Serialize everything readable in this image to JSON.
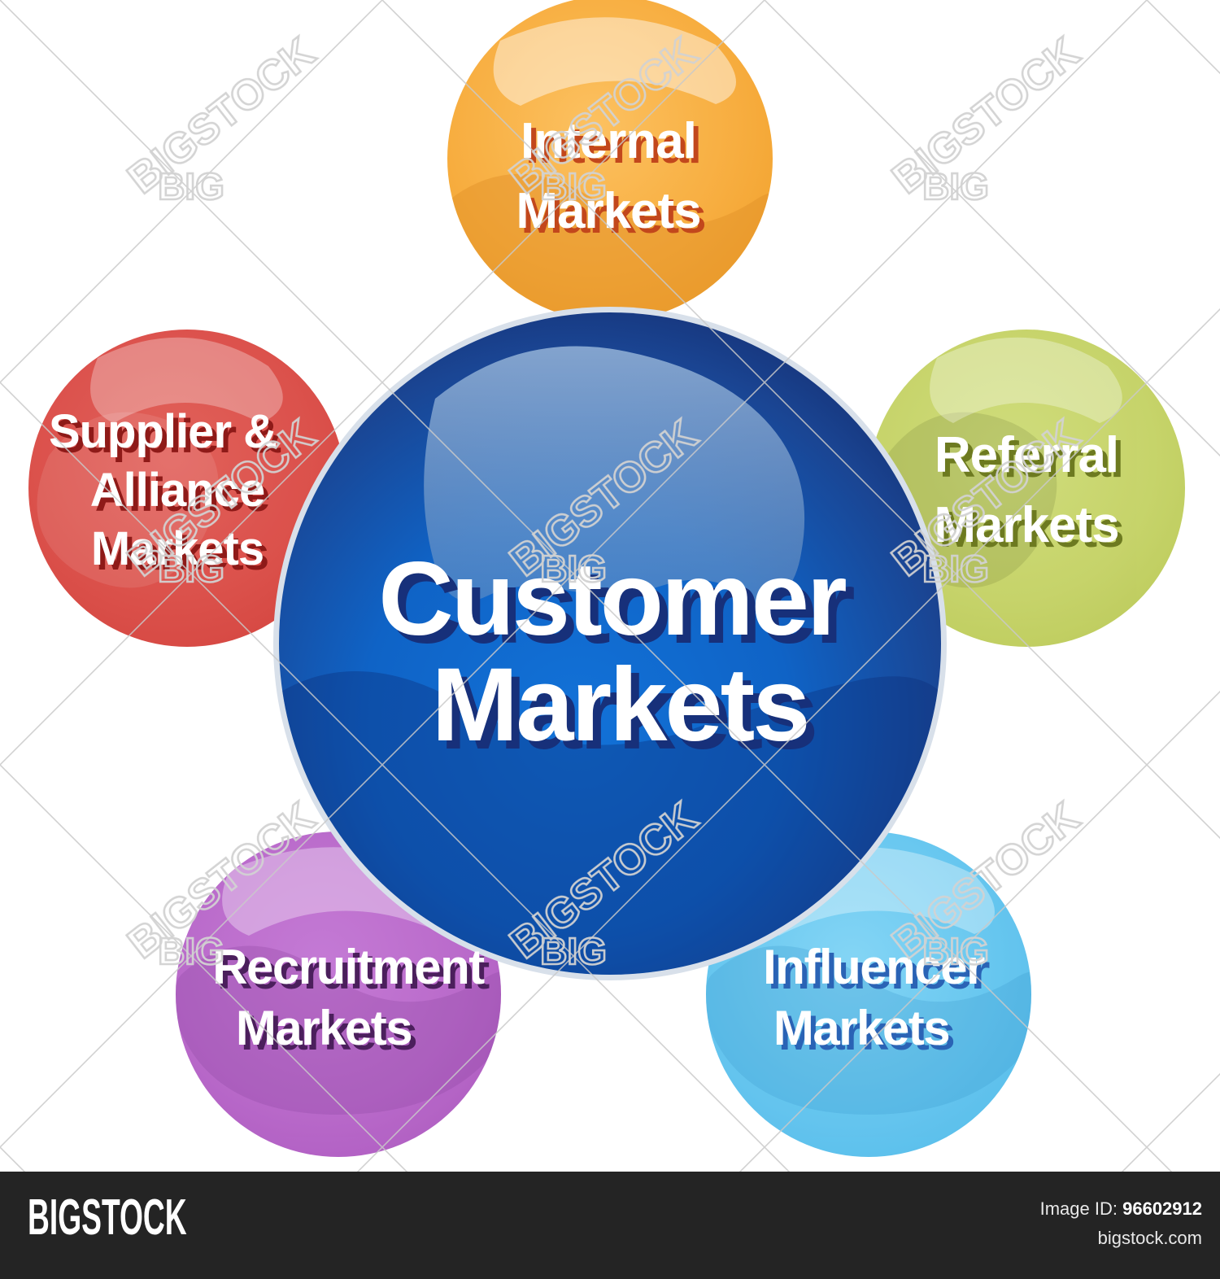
{
  "diagram": {
    "title": "Customer Markets six markets model business diagram",
    "center": {
      "label_line1": "Customer",
      "label_line2": "Markets",
      "color": "#0f62c8",
      "edge_color": "#142a6b",
      "shadow_color": "#17307a",
      "text_color": "#ffffff"
    },
    "satellites": [
      {
        "id": "internal",
        "label_line1": "Internal",
        "label_line2": "Markets",
        "label_line3": "",
        "color": "#f6a935",
        "shadow_color": "#c24a1e",
        "deep_color": "#c97d14",
        "highlight_color": "#f8cb86",
        "text_color": "#ffffff",
        "position": "top"
      },
      {
        "id": "referral",
        "label_line1": "Referral",
        "label_line2": "Markets",
        "label_line3": "",
        "color": "#c3d163",
        "shadow_color": "#6d7a20",
        "deep_color": "#a9b94f",
        "highlight_color": "#dbe49c",
        "text_color": "#ffffff",
        "position": "right"
      },
      {
        "id": "influencer",
        "label_line1": "Influencer",
        "label_line2": "Markets",
        "label_line3": "",
        "color": "#66c7f0",
        "shadow_color": "#2a63b5",
        "deep_color": "#4fb3e4",
        "highlight_color": "#a3dcf6",
        "text_color": "#ffffff",
        "position": "bottom-right"
      },
      {
        "id": "recruitment",
        "label_line1": "Recruitment",
        "label_line2": "Markets",
        "label_line3": "",
        "color": "#b766c9",
        "shadow_color": "#4b1f5c",
        "deep_color": "#a74fbb",
        "highlight_color": "#d4a0e0",
        "text_color": "#ffffff",
        "position": "bottom-left"
      },
      {
        "id": "supplier-alliance",
        "label_line1": "Supplier &",
        "label_line2": "Alliance",
        "label_line3": "Markets",
        "color": "#dc4a44",
        "shadow_color": "#8e1a18",
        "deep_color": "#c6322e",
        "highlight_color": "#ea8b85",
        "text_color": "#ffffff",
        "position": "left"
      }
    ]
  },
  "watermark": {
    "word": "BIGSTOCK",
    "short_word": "BIG",
    "color": "#d8d8d8"
  },
  "footer": {
    "logo": "BIGSTOCK",
    "image_id_label": "Image ID:",
    "image_id_value": "96602912",
    "site": "bigstock.com",
    "background": "#242424"
  }
}
